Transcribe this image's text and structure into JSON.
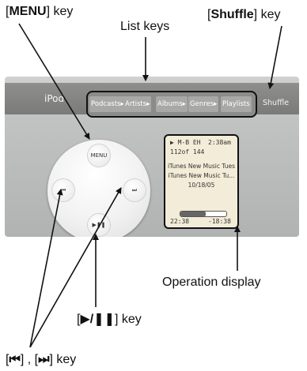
{
  "callouts": {
    "menu_key": {
      "pre": "[",
      "bold": "MENU",
      "post": "] key"
    },
    "list_keys": "List keys",
    "shuffle_key": {
      "pre": "[",
      "bold": "Shuffle",
      "post": "] key"
    },
    "operation_display": "Operation display",
    "play_pause_key": {
      "pre": "[",
      "bold": "▶/❚❚",
      "post": "] key"
    },
    "skip_keys": {
      "pre": "[",
      "bold1": "⏮",
      "mid": "] , [",
      "bold2": "⏭",
      "post": "] key"
    }
  },
  "screen": {
    "logo": "iPod",
    "list_tabs": [
      "Podcasts▸",
      "Artists▸",
      "Albums▸",
      "Genres▸",
      "Playlists"
    ],
    "shuffle": "Shuffle",
    "wheel": {
      "menu": "MENU",
      "prev": "⏮",
      "next": "⏭",
      "play_pause": "▶❚❚"
    },
    "display": {
      "source": "▶ M-B EH",
      "time": "2:38am",
      "track_count": "112of 144",
      "line1": "iTunes New Music Tues",
      "line2": "iTunes New Music Tu...",
      "date": "10/18/05",
      "elapsed": "22:38",
      "remaining": "-18:38",
      "progress_fraction": 0.55
    }
  }
}
